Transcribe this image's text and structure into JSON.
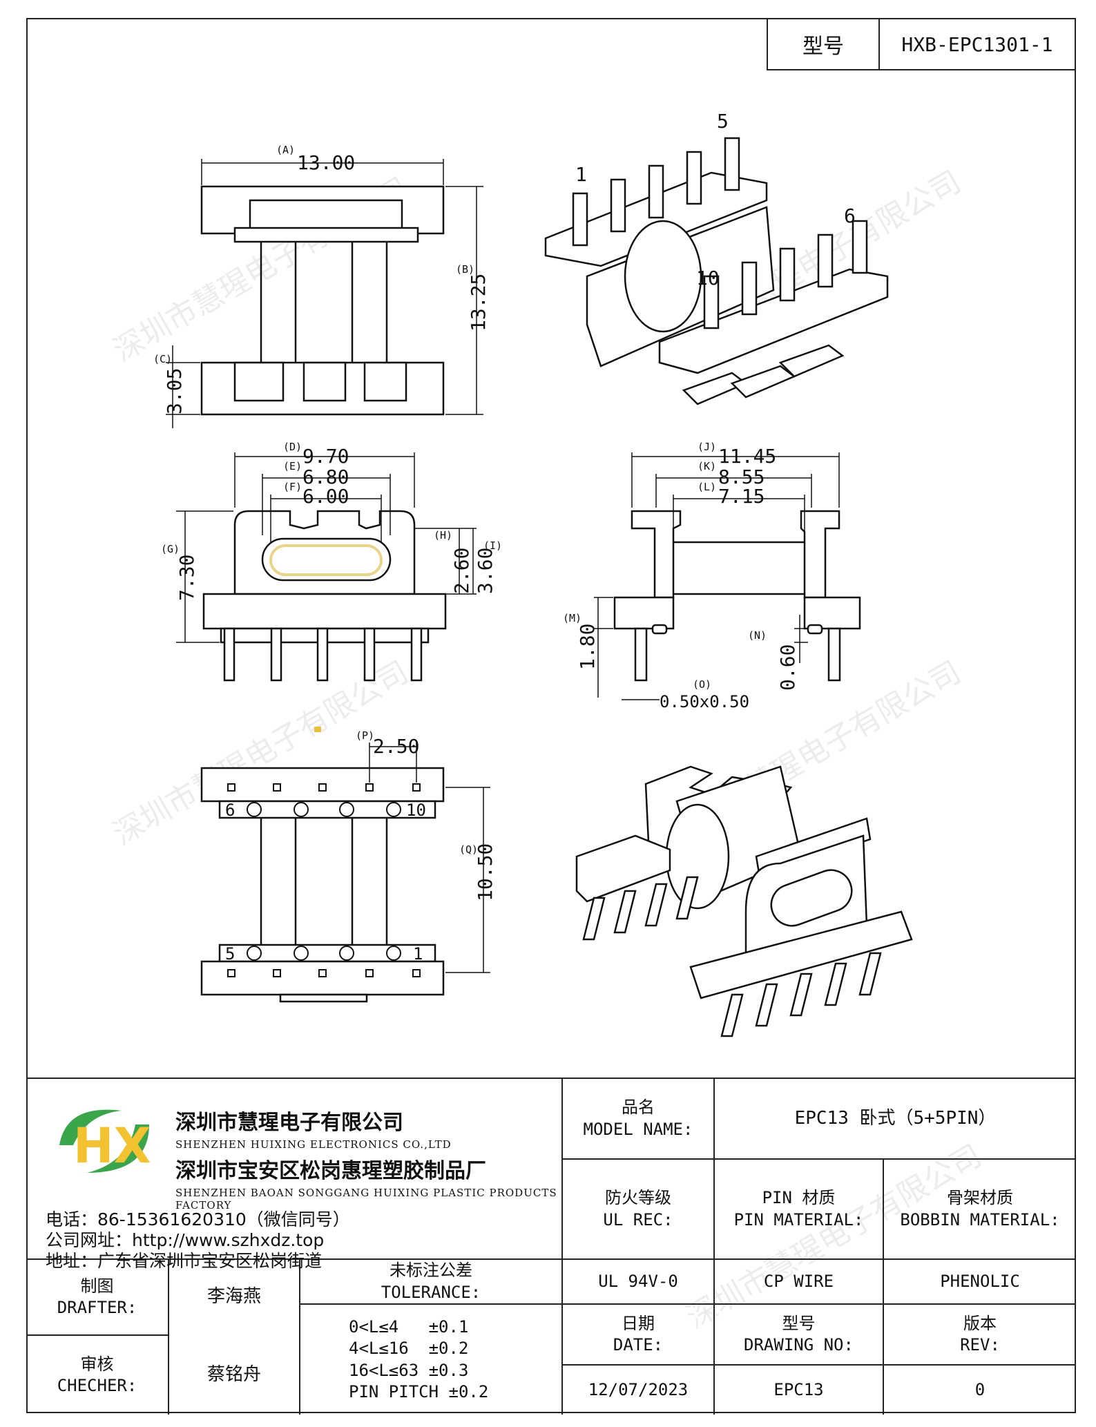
{
  "header": {
    "model_label": "型号",
    "model_value": "HXB-EPC1301-1"
  },
  "watermark": "深圳市慧瑆电子有限公司",
  "dimensions": {
    "A": "(A)",
    "A_val": "13.00",
    "B": "(B)",
    "B_val": "13.25",
    "C": "(C)",
    "C_val": "3.05",
    "D": "(D)",
    "D_val": "9.70",
    "E": "(E)",
    "E_val": "6.80",
    "F": "(F)",
    "F_val": "6.00",
    "G": "(G)",
    "G_val": "7.30",
    "H": "(H)",
    "H_val": "2.60",
    "I": "(I)",
    "I_val": "3.60",
    "J": "(J)",
    "J_val": "11.45",
    "K": "(K)",
    "K_val": "8.55",
    "L": "(L)",
    "L_val": "7.15",
    "M": "(M)",
    "M_val": "1.80",
    "N": "(N)",
    "N_val": "0.60",
    "O": "(O)",
    "O_val": "0.50x0.50",
    "P": "(P)",
    "P_val": "2.50",
    "Q": "(Q)",
    "Q_val": "10.50"
  },
  "pin_labels": {
    "p1": "1",
    "p5": "5",
    "p6": "6",
    "p10": "10"
  },
  "company": {
    "logo_text": "HX",
    "name_cn": "深圳市慧瑆电子有限公司",
    "name_en": "SHENZHEN HUIXING ELECTRONICS CO.,LTD",
    "factory_cn": "深圳市宝安区松岗惠瑆塑胶制品厂",
    "factory_en": "SHENZHEN BAOAN SONGGANG HUIXING PLASTIC PRODUCTS FACTORY",
    "phone": "电话：86-15361620310（微信同号）",
    "website": "公司网址：http://www.szhxdz.top",
    "address": "地址：广东省深圳市宝安区松岗街道"
  },
  "title_block": {
    "model_name_cn": "品名",
    "model_name_en": "MODEL NAME:",
    "model_name_value": "EPC13 卧式（5+5PIN）",
    "ul_cn": "防火等级",
    "ul_en": "UL REC:",
    "pin_mat_cn": "PIN 材质",
    "pin_mat_en": "PIN MATERIAL:",
    "bobbin_cn": "骨架材质",
    "bobbin_en": "BOBBIN MATERIAL:",
    "ul_value": "UL 94V-0",
    "pin_value": "CP WIRE",
    "bobbin_value": "PHENOLIC",
    "date_cn": "日期",
    "date_en": "DATE:",
    "drawing_cn": "型号",
    "drawing_en": "DRAWING NO:",
    "rev_cn": "版本",
    "rev_en": "REV:",
    "date_value": "12/07/2023",
    "drawing_value": "EPC13",
    "rev_value": "0",
    "drafter_cn": "制图",
    "drafter_en": "DRAFTER:",
    "drafter_name": "李海燕",
    "checker_cn": "审核",
    "checker_en": "CHECHER:",
    "checker_name": "蔡铭舟",
    "tol_cn": "未标注公差",
    "tol_en": "TOLERANCE:",
    "tol_1": "0<L≤4   ±0.1",
    "tol_2": "4<L≤16  ±0.2",
    "tol_3": "16<L≤63 ±0.3",
    "tol_4": "PIN PITCH ±0.2"
  }
}
